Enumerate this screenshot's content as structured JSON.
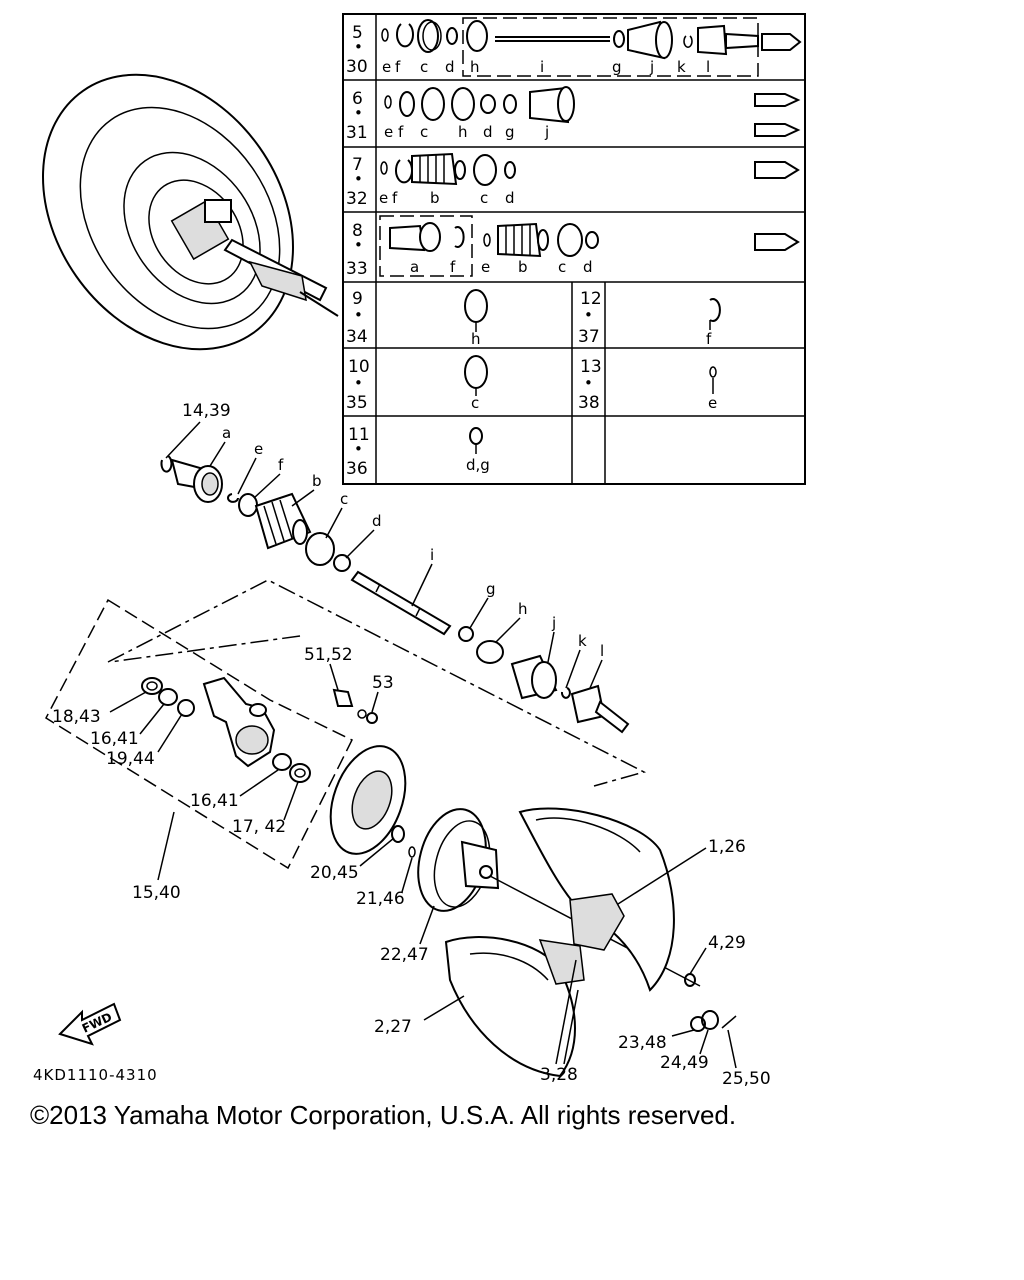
{
  "diagram_code": "4KD1110-4310",
  "copyright": "©2013 Yamaha Motor Corporation, U.S.A. All rights reserved.",
  "fwd_label": "FWD",
  "table": {
    "rows": [
      {
        "ref_top": "5",
        "ref_dot": "•",
        "ref_bottom": "30",
        "letters": [
          "e",
          "f",
          "c",
          "d",
          "h",
          "i",
          "g",
          "j",
          "k",
          "l"
        ]
      },
      {
        "ref_top": "6",
        "ref_dot": "•",
        "ref_bottom": "31",
        "letters": [
          "e",
          "f",
          "c",
          "h",
          "d",
          "g",
          "j"
        ]
      },
      {
        "ref_top": "7",
        "ref_dot": "•",
        "ref_bottom": "32",
        "letters": [
          "e",
          "f",
          "b",
          "c",
          "d"
        ]
      },
      {
        "ref_top": "8",
        "ref_dot": "•",
        "ref_bottom": "33",
        "letters": [
          "a",
          "f",
          "e",
          "b",
          "c",
          "d"
        ]
      }
    ],
    "split_rows": [
      {
        "left_top": "9",
        "left_bottom": "34",
        "left_letter": "h",
        "right_top": "12",
        "right_bottom": "37",
        "right_letter": "f"
      },
      {
        "left_top": "10",
        "left_bottom": "35",
        "left_letter": "c",
        "right_top": "13",
        "right_bottom": "38",
        "right_letter": "e"
      },
      {
        "left_top": "11",
        "left_bottom": "36",
        "left_letter": "d,g",
        "right_top": "",
        "right_bottom": "",
        "right_letter": ""
      }
    ]
  },
  "shaft_letters": [
    "a",
    "e",
    "f",
    "b",
    "c",
    "d",
    "i",
    "g",
    "h",
    "j",
    "k",
    "l"
  ],
  "callouts": {
    "c14_39": "14,39",
    "c51_52": "51,52",
    "c53": "53",
    "c18_43": "18,43",
    "c16_41a": "16,41",
    "c19_44": "19,44",
    "c16_41b": "16,41",
    "c17_42": "17, 42",
    "c15_40": "15,40",
    "c20_45": "20,45",
    "c21_46": "21,46",
    "c22_47": "22,47",
    "c1_26": "1,26",
    "c4_29": "4,29",
    "c2_27": "2,27",
    "c23_48": "23,48",
    "c24_49": "24,49",
    "c25_50": "25,50",
    "c3_28": "3,28"
  }
}
